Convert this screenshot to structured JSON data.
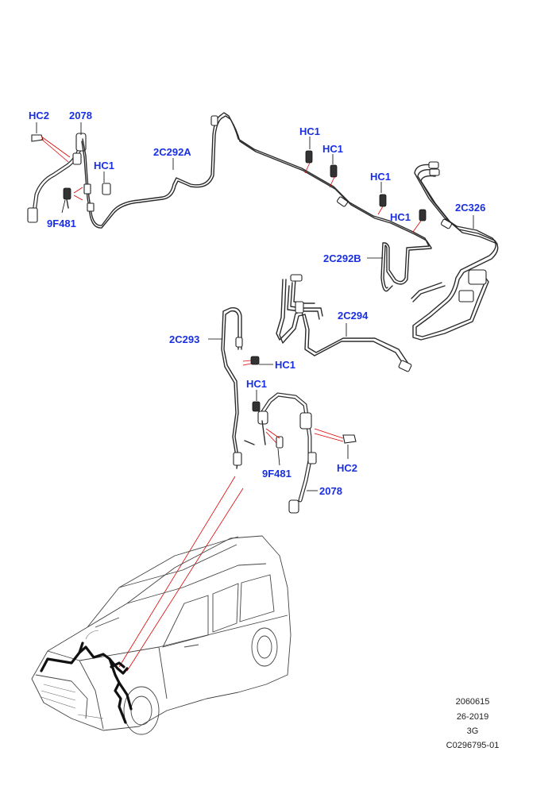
{
  "labels": {
    "hc2_top": "HC2",
    "p2078_top": "2078",
    "hc1_left": "HC1",
    "p9f481_top": "9F481",
    "p2c292a": "2C292A",
    "hc1_mid1": "HC1",
    "hc1_mid2": "HC1",
    "hc1_mid3": "HC1",
    "hc1_mid4": "HC1",
    "p2c326": "2C326",
    "p2c292b": "2C292B",
    "p2c294": "2C294",
    "p2c293": "2C293",
    "hc1_low1": "HC1",
    "hc1_low2": "HC1",
    "p9f481_low": "9F481",
    "hc2_low": "HC2",
    "p2078_low": "2078"
  },
  "footer": {
    "line1": "2060615",
    "line2": "26-2019",
    "line3": "3G",
    "line4": "C0296795-01"
  },
  "colors": {
    "label": "#1a2fe0",
    "leader_red": "#e00000",
    "line": "#2b2b2b"
  }
}
